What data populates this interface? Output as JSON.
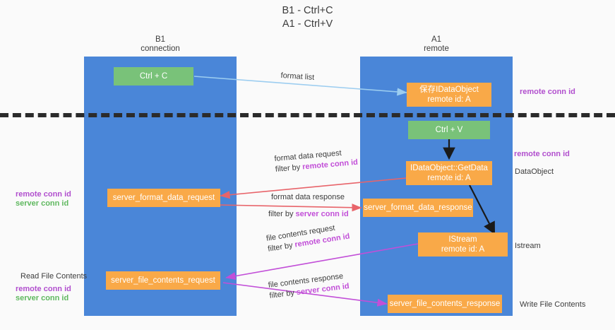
{
  "title": {
    "line1": "B1 - Ctrl+C",
    "line2": "A1 - Ctrl+V"
  },
  "columns": [
    {
      "name": "B1",
      "sub": "connection"
    },
    {
      "name": "A1",
      "sub": "remote"
    }
  ],
  "nodes": {
    "ctrl_c": {
      "label": "Ctrl + C",
      "color": "#79c279"
    },
    "save_idataobject": {
      "line1": "保存IDataObject",
      "line2": "remote id: A",
      "color": "#f9a948"
    },
    "ctrl_v": {
      "label": "Ctrl + V",
      "color": "#79c279"
    },
    "getdata": {
      "line1": "IDataObject::GetData",
      "line2": "remote id: A",
      "color": "#f9a948"
    },
    "server_format_data_request": {
      "label": "server_format_data_request",
      "color": "#f9a948"
    },
    "server_format_data_response": {
      "label": "server_format_data_response",
      "color": "#f9a948"
    },
    "istream": {
      "line1": "IStream",
      "line2": "remote id: A",
      "color": "#f9a948"
    },
    "server_file_contents_request": {
      "label": "server_file_contents_request",
      "color": "#f9a948"
    },
    "server_file_contents_response": {
      "label": "server_file_contents_response",
      "color": "#f9a948"
    }
  },
  "edges": {
    "format_list": {
      "label": "format list",
      "color": "#9ccdf0"
    },
    "format_data_request": {
      "line1": "format data request",
      "line2_prefix": "filter by ",
      "line2_hl": "remote conn id",
      "color": "#e8646a"
    },
    "format_data_response": {
      "line1": "format data response",
      "line2_prefix": "filter by ",
      "line2_hl": "server conn id",
      "color": "#e8646a"
    },
    "file_contents_request": {
      "line1": "file contents request",
      "line2_prefix": "filter by ",
      "line2_hl": "remote conn id",
      "color": "#c24fd8"
    },
    "file_contents_response": {
      "line1": "file contents response",
      "line2_prefix": "filter by ",
      "line2_hl": "server conn id",
      "color": "#c24fd8"
    }
  },
  "side_labels": {
    "right_remote_conn_id_top": "remote conn id",
    "right_remote_conn_id_mid": "remote conn id",
    "right_dataobject": "DataObject",
    "right_istream": "Istream",
    "right_write_file_contents": "Write File Contents",
    "left_remote_conn_id": "remote conn id",
    "left_server_conn_id": "server conn id",
    "left_read_file_contents": "Read File Contents",
    "left_remote_conn_id_2": "remote conn id",
    "left_server_conn_id_2": "server conn id"
  },
  "colors": {
    "column_blue": "#4a86d8",
    "node_orange": "#f9a948",
    "node_green": "#79c279",
    "purple": "#b14fce",
    "green_text": "#5fb85f",
    "red_arrow": "#e8646a",
    "magenta_arrow": "#c24fd8",
    "lightblue_arrow": "#9ccdf0",
    "separator": "#2b2b2b",
    "background": "#fafafa"
  }
}
